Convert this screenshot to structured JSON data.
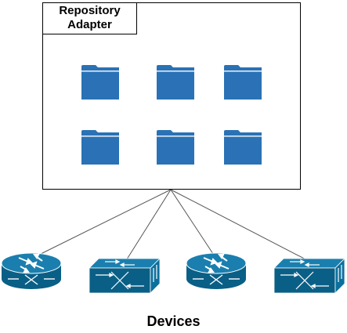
{
  "repository": {
    "title_line1": "Repository",
    "title_line2": "Adapter",
    "folders": [
      "folder",
      "folder",
      "folder",
      "folder",
      "folder",
      "folder"
    ],
    "folder_color": "#2a72b5"
  },
  "devices": {
    "caption": "Devices",
    "items": [
      "router-icon",
      "switch-icon",
      "router-icon",
      "switch-icon"
    ],
    "device_color": "#0c6f9d",
    "line_color": "#555555"
  }
}
